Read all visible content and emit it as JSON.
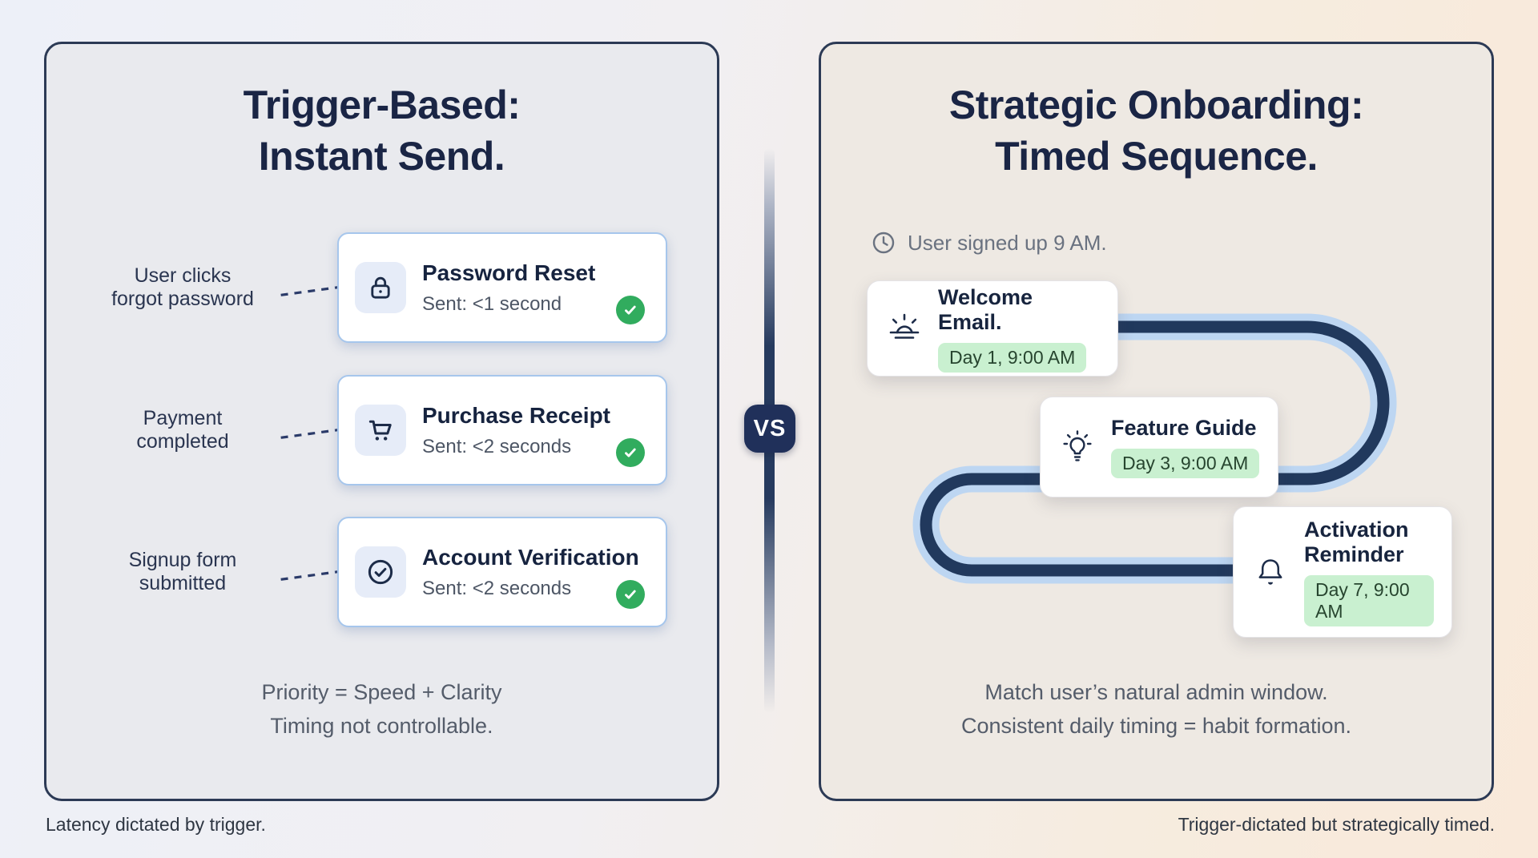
{
  "captions": {
    "left": "Latency dictated by trigger.",
    "right": "Trigger-dictated but strategically timed."
  },
  "divider": {
    "vs": "VS"
  },
  "left_panel": {
    "title_line1": "Trigger-Based:",
    "title_line2": "Instant Send.",
    "rows": [
      {
        "trigger": "User clicks\nforgot password",
        "icon": "lock-icon",
        "title": "Password Reset",
        "sent": "Sent: <1 second",
        "status_icon": "check-circle-icon"
      },
      {
        "trigger": "Payment\ncompleted",
        "icon": "cart-icon",
        "title": "Purchase Receipt",
        "sent": "Sent: <2 seconds",
        "status_icon": "check-circle-icon"
      },
      {
        "trigger": "Signup form\nsubmitted",
        "icon": "check-badge-icon",
        "title": "Account Verification",
        "sent": "Sent: <2 seconds",
        "status_icon": "check-circle-icon"
      }
    ],
    "note_line1": "Priority = Speed + Clarity",
    "note_line2": "Timing not controllable."
  },
  "right_panel": {
    "title_line1": "Strategic Onboarding:",
    "title_line2": "Timed Sequence.",
    "signup_icon": "clock-icon",
    "signup_note": "User signed up 9 AM.",
    "steps": [
      {
        "icon": "sunrise-icon",
        "title": "Welcome Email.",
        "badge": "Day 1, 9:00 AM"
      },
      {
        "icon": "lightbulb-icon",
        "title": "Feature Guide",
        "badge": "Day 3, 9:00 AM"
      },
      {
        "icon": "bell-icon",
        "title": "Activation\nReminder",
        "badge": "Day 7, 9:00 AM"
      }
    ],
    "note_line1": "Match user’s natural admin window.",
    "note_line2": "Consistent daily timing = habit formation."
  },
  "colors": {
    "navy_text": "#1a2545",
    "panel_border": "#2c3a55",
    "path_navy": "#21395d",
    "path_light_blue": "#bdd6f2",
    "card_border_blue": "#a6c6ec",
    "badge_green_bg": "#c9f0d0",
    "status_green": "#31ac5e",
    "vs_badge_bg": "#20305a"
  }
}
